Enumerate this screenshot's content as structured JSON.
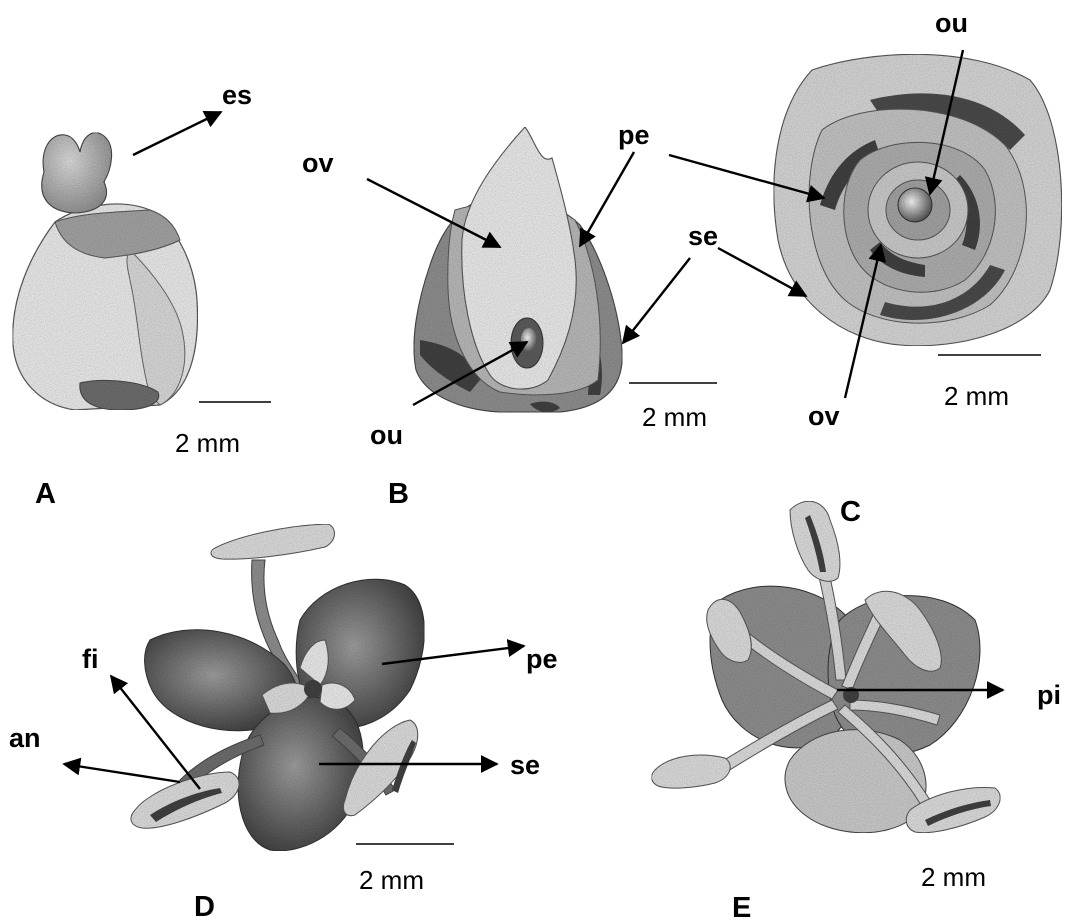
{
  "panels": {
    "A": {
      "letter": "A",
      "scale": "2 mm",
      "labels": {
        "es": "es"
      }
    },
    "B": {
      "letter": "B",
      "scale": "2 mm",
      "labels": {
        "ov": "ov",
        "pe": "pe",
        "se": "se",
        "ou": "ou"
      }
    },
    "C": {
      "letter": "C",
      "scale": "2 mm",
      "labels": {
        "ou": "ou",
        "se": "se",
        "ov": "ov"
      }
    },
    "D": {
      "letter": "D",
      "scale": "2 mm",
      "labels": {
        "fi": "fi",
        "pe": "pe",
        "an": "an",
        "se": "se"
      }
    },
    "E": {
      "letter": "E",
      "scale": "2 mm",
      "labels": {
        "pi": "pi"
      }
    }
  },
  "colors": {
    "light_tissue": "#e3e3e3",
    "mid_tissue": "#a9a9a9",
    "dark_tissue": "#6b6b6b",
    "darkest_tissue": "#3f3f3f"
  }
}
